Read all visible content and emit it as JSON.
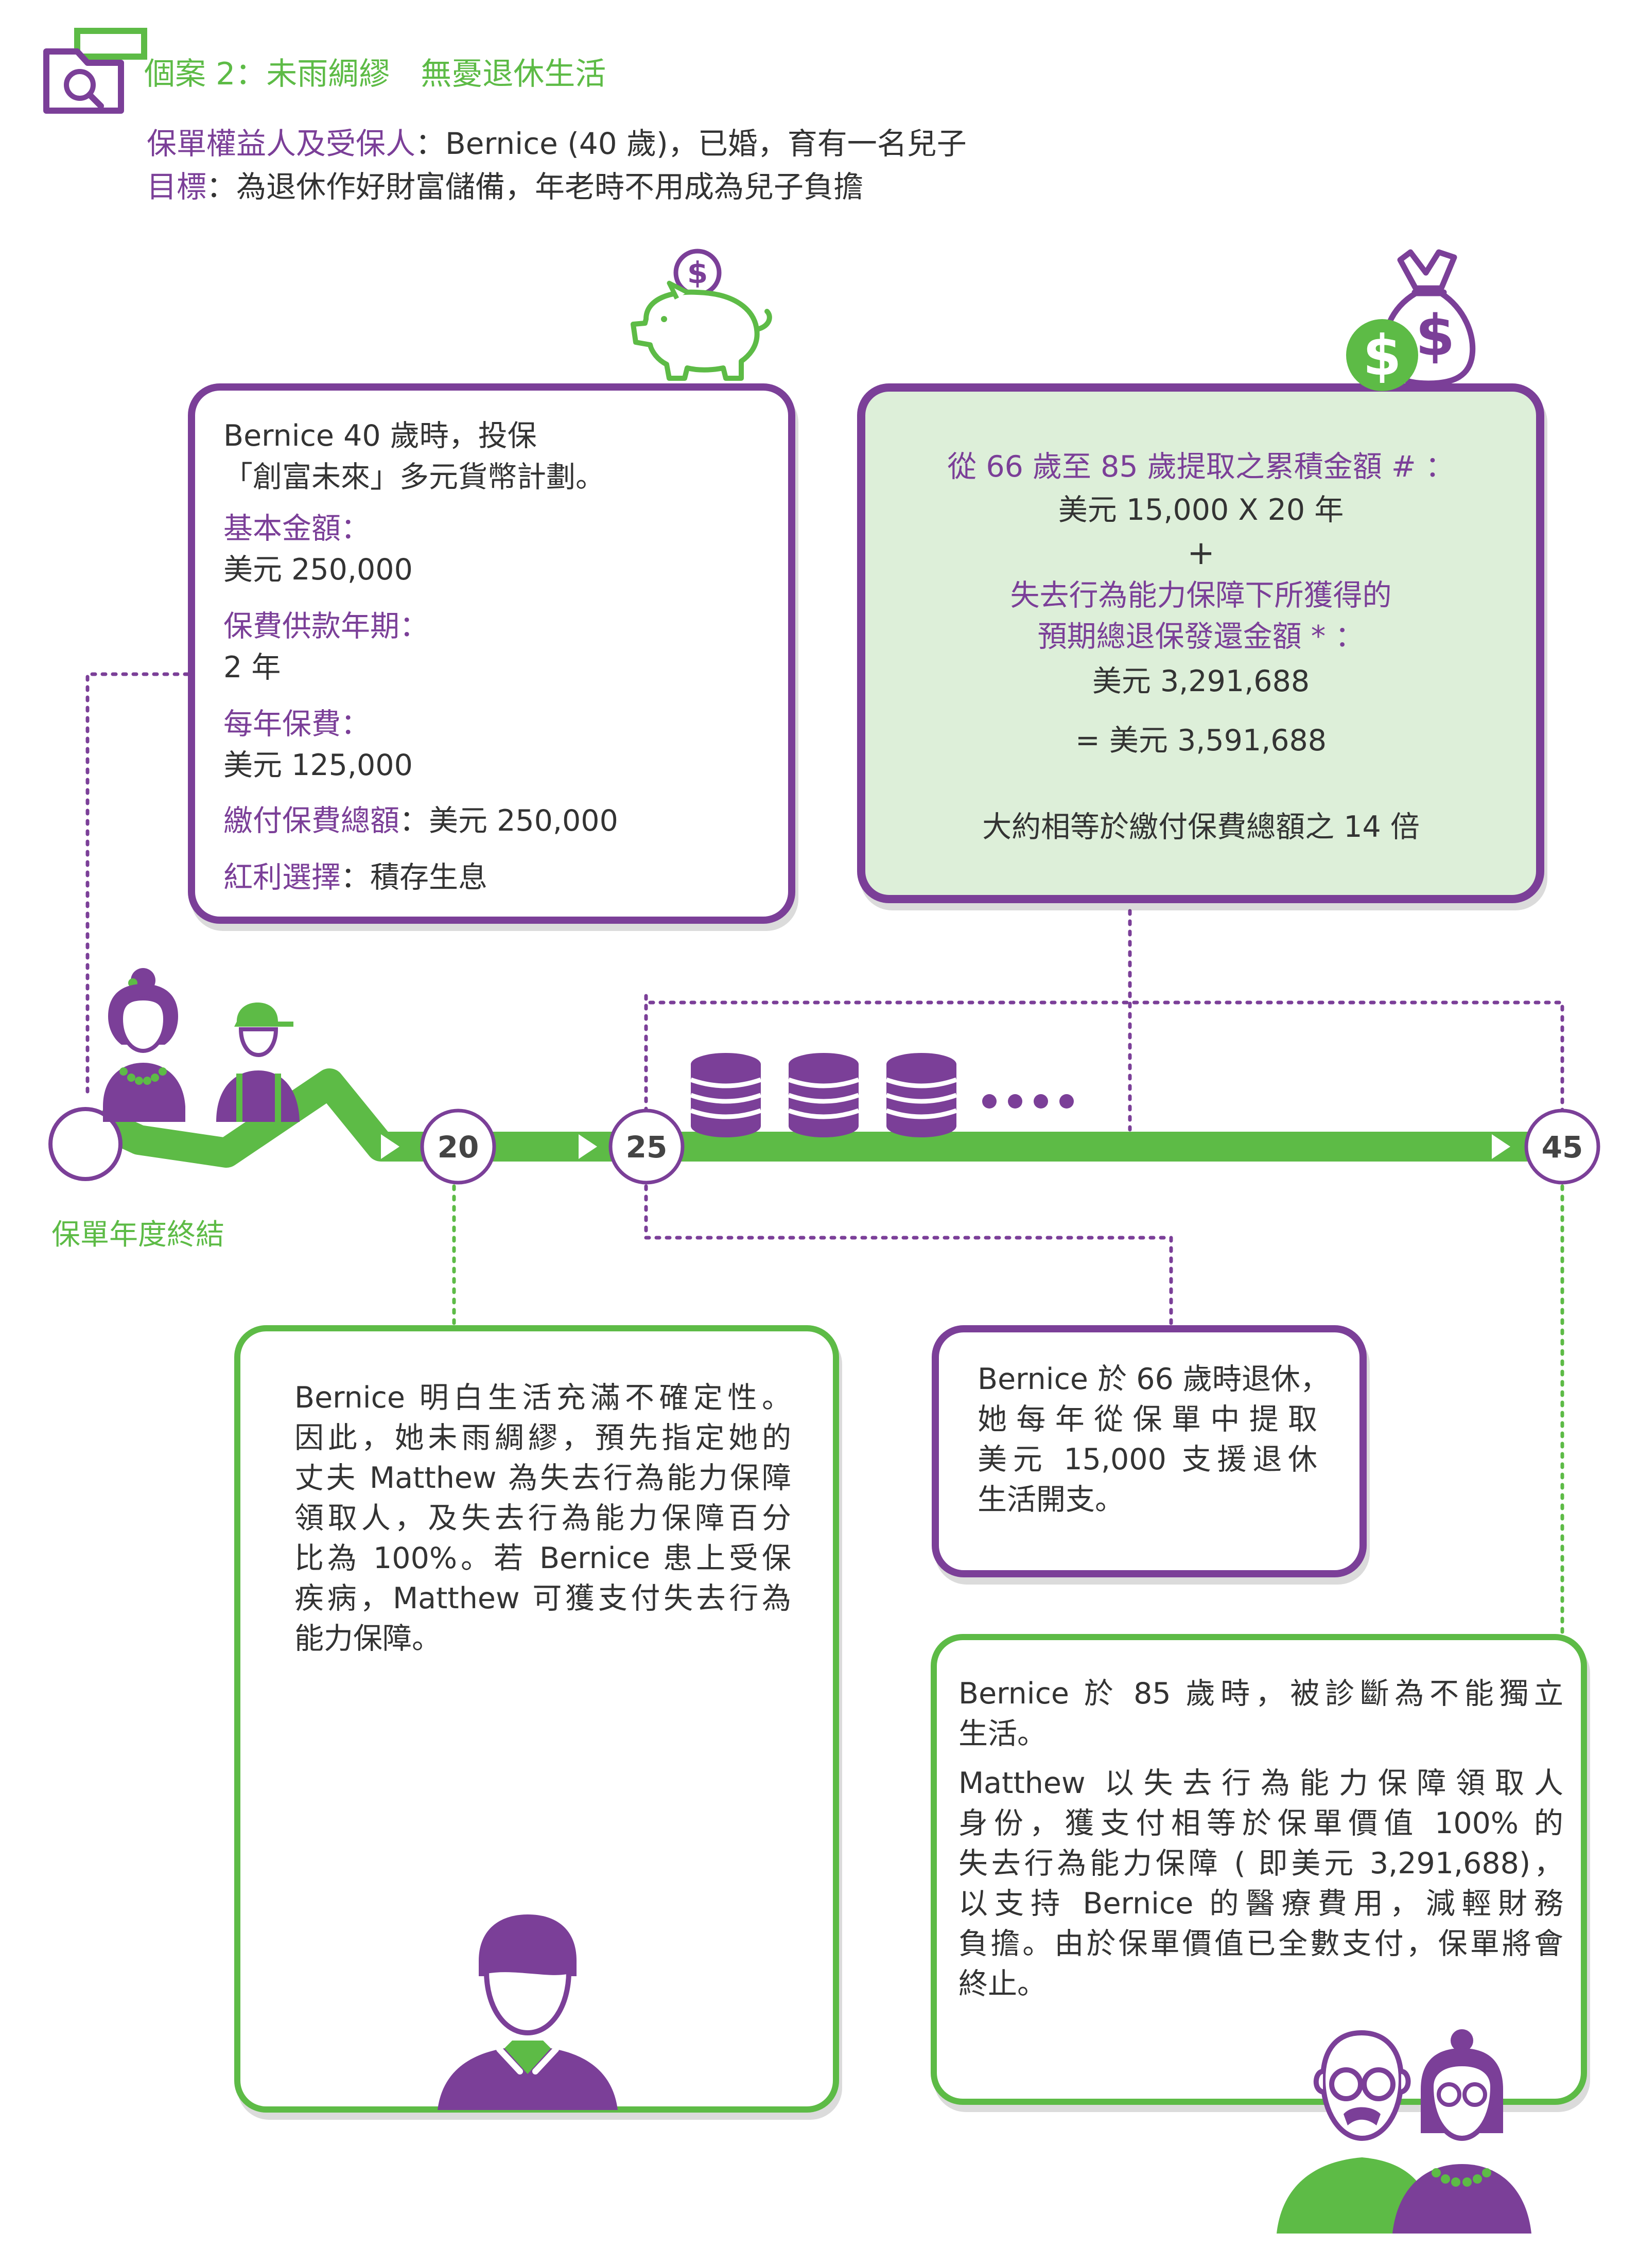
{
  "header": {
    "title": "個案 2：未雨綢繆　無憂退休生活",
    "insured_label": "保單權益人及受保人",
    "insured_value": "：Bernice (40 歲)，已婚，育有一名兒子",
    "goal_label": "目標",
    "goal_value": "：為退休作好財富儲備，年老時不用成為兒子負擔"
  },
  "plan_box": {
    "intro_1": "Bernice 40 歲時，投保",
    "intro_2": "「創富未來」多元貨幣計劃。",
    "basic_label": "基本金額：",
    "basic_value": "美元 250,000",
    "term_label": "保費供款年期：",
    "term_value": "2 年",
    "annual_label": "每年保費：",
    "annual_value": "美元 125,000",
    "total_label": "繳付保費總額",
    "total_value": "：美元 250,000",
    "bonus_label": "紅利選擇",
    "bonus_value": "：積存生息"
  },
  "summary_box": {
    "line1": "從 66 歲至 85 歲提取之累積金額 # ：",
    "line2": "美元 15,000 X 20 年",
    "plus": "+",
    "line3": "失去行為能力保障下所獲得的",
    "line4": "預期總退保發還金額 * ：",
    "line5": "美元 3,291,688",
    "line6": "= 美元 3,591,688",
    "line7": "大約相等於繳付保費總額之 14 倍"
  },
  "timeline": {
    "markers": [
      "20",
      "25",
      "45"
    ],
    "end_label": "保單年度終結"
  },
  "box_matthew": {
    "lines": [
      "Bernice 明白生活充滿不確定性。",
      "因此，她未雨綢繆，預先指定她的",
      "丈夫 Matthew 為失去行為能力保障",
      "領取人，及失去行為能力保障百分",
      "比為 100%。若 Bernice 患上受保",
      "疾病，Matthew 可獲支付失去行為",
      "能力保障。"
    ]
  },
  "box_retire": {
    "lines": [
      "Bernice 於 66 歲時退休，",
      "她每年從保單中提取",
      "美元 15,000 支援退休",
      "生活開支。"
    ]
  },
  "box_85": {
    "lines": [
      "Bernice 於 85 歲時，被診斷為不能獨立",
      "生活。",
      "Matthew 以失去行為能力保障領取人",
      "身份，獲支付相等於保單價值 100% 的",
      "失去行為能力保障 ( 即美元 3,291,688)，",
      "以支持 Bernice 的醫療費用，減輕財務",
      "負擔。由於保單價值已全數支付，保單將會",
      "終止。"
    ]
  },
  "icons": {
    "folder": "search-folder-icon",
    "piggy": "piggy-bank-icon",
    "money_bag": "money-bag-icon",
    "coins": "coin-stack-icon",
    "family": "family-icon",
    "man": "man-avatar-icon",
    "elderly": "elderly-couple-icon"
  },
  "colors": {
    "purple": "#7B3F98",
    "green": "#5DBB46",
    "mint": "#DDEFD9"
  }
}
